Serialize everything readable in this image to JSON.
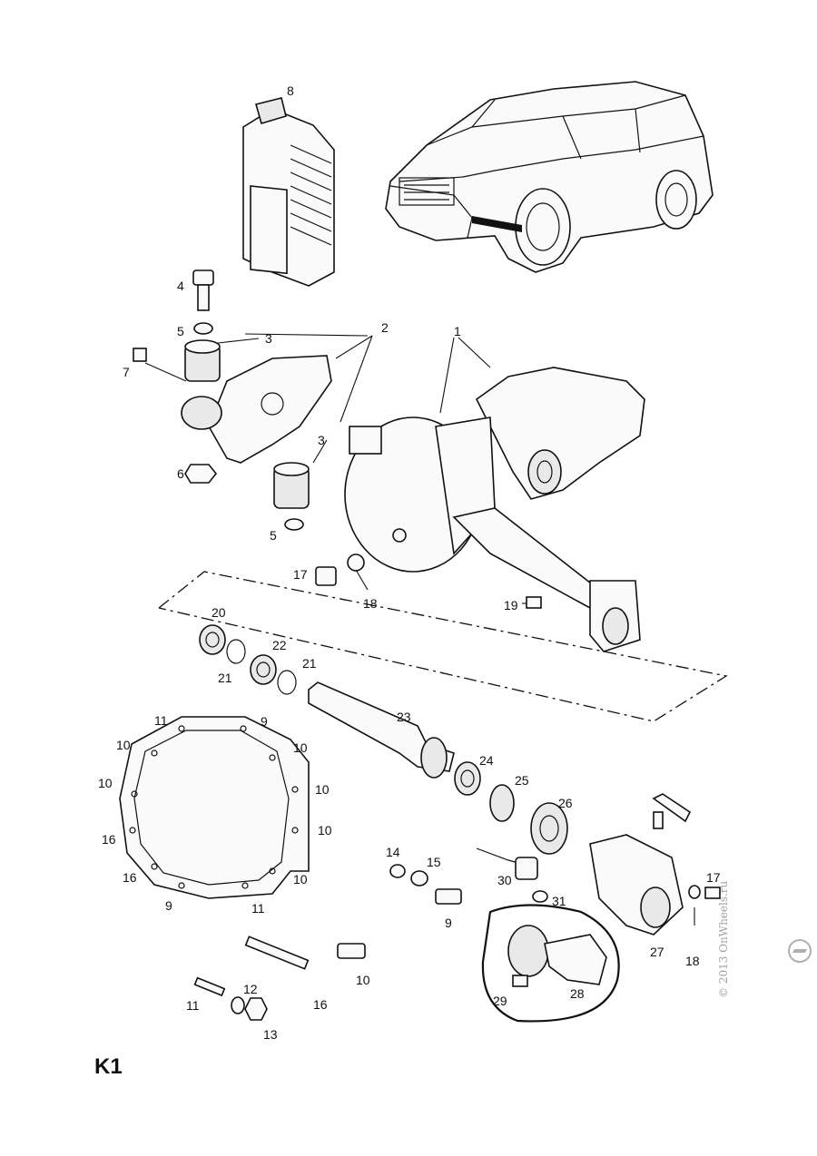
{
  "page_code": "K1",
  "copyright": "© 2013 OnWheels.ru",
  "callouts": {
    "c1": "1",
    "c2": "2",
    "c3a": "3",
    "c3b": "3",
    "c4": "4",
    "c5a": "5",
    "c5b": "5",
    "c6": "6",
    "c7": "7",
    "c8": "8",
    "c9a": "9",
    "c9b": "9",
    "c9c": "9",
    "c10a": "10",
    "c10b": "10",
    "c10c": "10",
    "c10d": "10",
    "c10e": "10",
    "c10f": "10",
    "c10g": "10",
    "c11a": "11",
    "c11b": "11",
    "c11c": "11",
    "c12": "12",
    "c13": "13",
    "c14": "14",
    "c15": "15",
    "c16a": "16",
    "c16b": "16",
    "c16c": "16",
    "c17a": "17",
    "c17b": "17",
    "c18a": "18",
    "c18b": "18",
    "c19": "19",
    "c20": "20",
    "c21a": "21",
    "c21b": "21",
    "c22": "22",
    "c23": "23",
    "c24": "24",
    "c25": "25",
    "c26": "26",
    "c27": "27",
    "c28": "28",
    "c29": "29",
    "c30": "30",
    "c31": "31"
  },
  "icons": {
    "logo": "onwheels-logo-icon"
  }
}
